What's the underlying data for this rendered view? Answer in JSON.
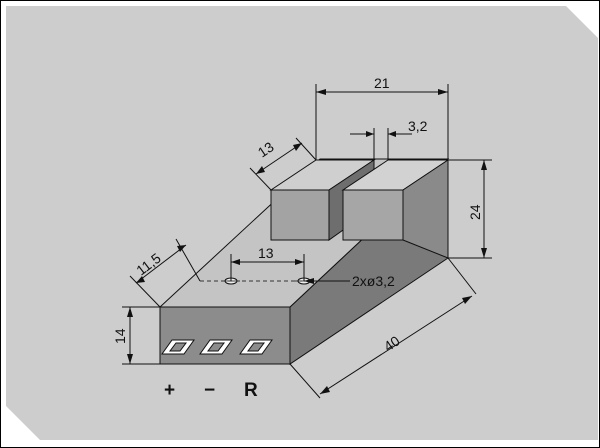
{
  "dimensions": {
    "top_width": "21",
    "slot_width": "3,2",
    "block_depth": "13",
    "height": "24",
    "hole_spacing": "13",
    "offset": "11,5",
    "holes": "2xø3,2",
    "front_height": "14",
    "length": "40"
  },
  "pins": {
    "plus": "+",
    "minus": "−",
    "r": "R"
  },
  "colors": {
    "background": "#cdcdcd",
    "face_light": "#d0d0d0",
    "face_mid": "#a6a6a6",
    "face_dark": "#7a7a7a",
    "front_face": "#8c8c8c"
  }
}
